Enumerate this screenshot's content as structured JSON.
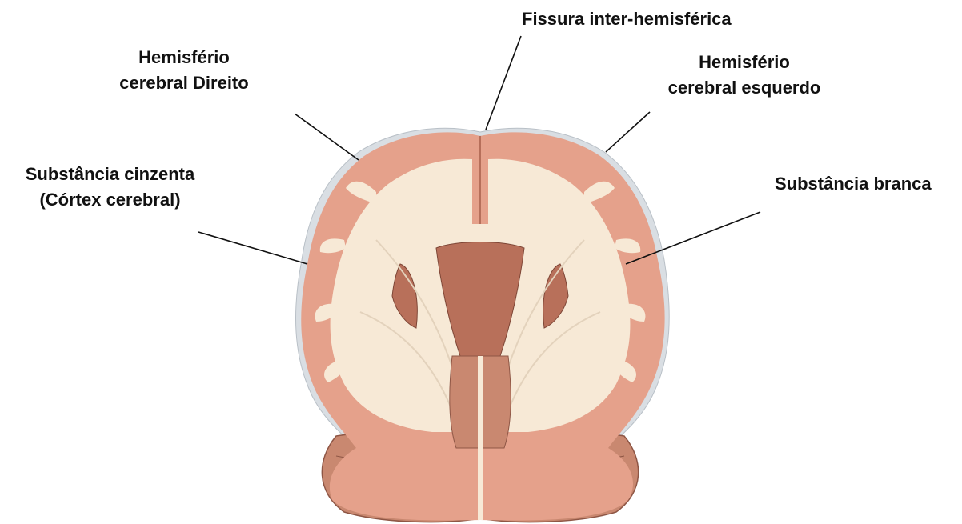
{
  "labels": {
    "fissura": {
      "line1": "Fissura inter-hemisférica"
    },
    "hemisferio_direito": {
      "line1": "Hemisfério",
      "line2": "cerebral Direito"
    },
    "hemisferio_esquerdo": {
      "line1": "Hemisfério",
      "line2": "cerebral esquerdo"
    },
    "substancia_cinzenta": {
      "line1": "Substância cinzenta",
      "line2": "(Córtex cerebral)"
    },
    "substancia_branca": {
      "line1": "Substância branca"
    }
  },
  "colors": {
    "cortex_gray_matter": "#E5A18B",
    "white_matter": "#F7E9D6",
    "deep_structures": "#B8705A",
    "brainstem_cerebellum": "#C98870",
    "meninges": "#D9DEE3",
    "text": "#111111"
  }
}
